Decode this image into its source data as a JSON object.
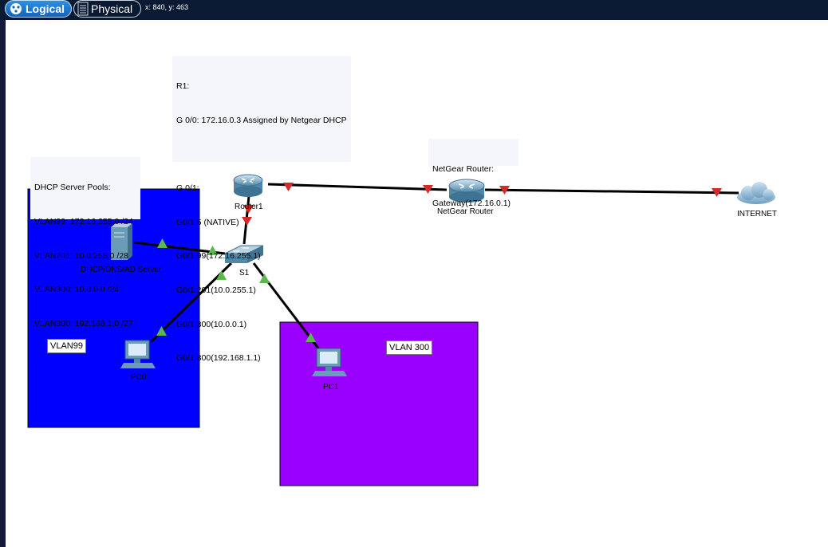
{
  "toolbar": {
    "logical_label": "Logical",
    "physical_label": "Physical",
    "coordinates": "x: 840, y: 463"
  },
  "notes": {
    "r1_lines": [
      "R1:",
      "G 0/0: 172.16.0.3 Assigned by Netgear DHCP",
      "",
      "G 0/1:",
      "G0/1.5 (NATIVE)",
      "G0/1.99(172.16.255.1)",
      "G0/1.201(10.0.255.1)",
      "G0/1.300(10.0.0.1)",
      "G0/1.800(192.168.1.1)"
    ],
    "netgear_lines": [
      "NetGear Router:",
      "Gateway(172.16.0.1)"
    ],
    "dhcp_lines": [
      "DHCP Server Pools:",
      "VLAN99: 172.16.255.0 /24",
      "VLAN201: 10.0.255.0 /28",
      "VLAN300: 10.0.0.0 /24",
      "VLAN800: 192.168.1.0 /27"
    ]
  },
  "areas": {
    "vlan99_label": "VLAN99",
    "vlan300_label": "VLAN 300",
    "vlan99_color": "#0000ff",
    "vlan300_color": "#9900ff"
  },
  "devices": {
    "router1": "Router1",
    "netgear": "NetGear Router",
    "internet": "INTERNET",
    "server": "DHCP/DNS/AD Server",
    "switch": "S1",
    "pc0": "PC0",
    "pc1": "PC1"
  },
  "link_colors": {
    "up": "#5cb84c",
    "down": "#d42a2a"
  }
}
